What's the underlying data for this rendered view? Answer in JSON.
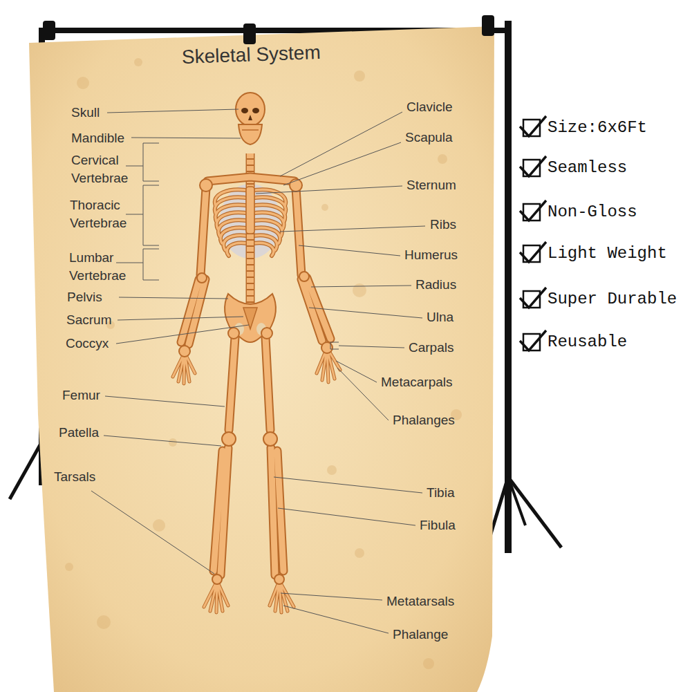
{
  "diagram": {
    "title": "Skeletal System",
    "labels": [
      "Skull",
      "Mandible",
      "Cervical Vertebrae",
      "Thoracic Vertebrae",
      "Lumbar Vertebrae",
      "Pelvis",
      "Sacrum",
      "Coccyx",
      "Femur",
      "Patella",
      "Tarsals",
      "Clavicle",
      "Scapula",
      "Sternum",
      "Ribs",
      "Humerus",
      "Radius",
      "Ulna",
      "Carpals",
      "Metacarpals",
      "Phalanges",
      "Tibia",
      "Fibula",
      "Metatarsals",
      "Phalange",
      "Size:6x6Ft",
      "Seamless",
      "Non-Gloss",
      "Light Weight",
      "Super Durable",
      "Reusable"
    ]
  }
}
